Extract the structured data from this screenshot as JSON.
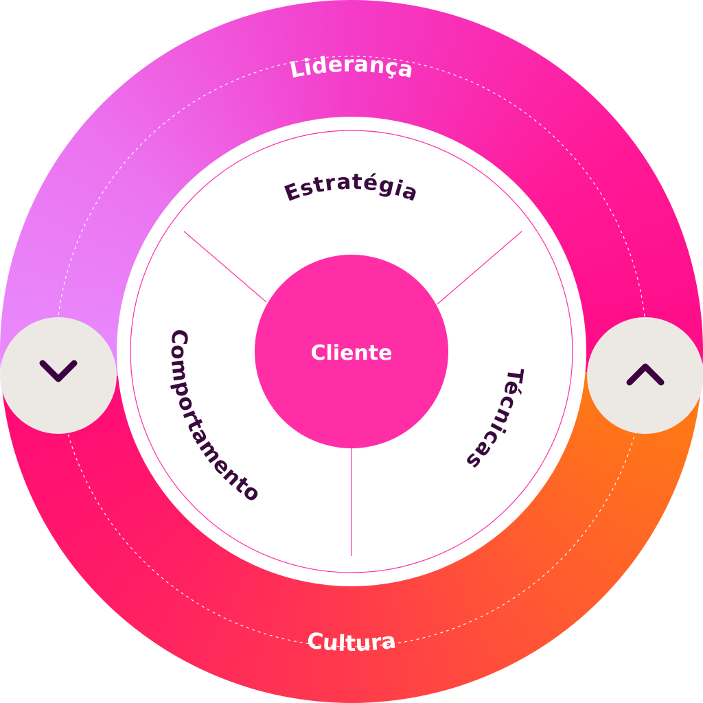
{
  "outer_ring": {
    "top_label": "Liderança",
    "bottom_label": "Cultura"
  },
  "inner_segments": {
    "top": "Estratégia",
    "right": "Técnicas",
    "left": "Comportamento"
  },
  "hub": {
    "label": "Cliente"
  },
  "controls": {
    "left_icon": "chevron-down-icon",
    "right_icon": "chevron-up-icon"
  },
  "colors": {
    "hub": "#ff2ea6",
    "text_dark": "#3a0a3e",
    "button_bg": "#ece9e4",
    "chevron": "#3d0040",
    "ring_purple": "#e88cff",
    "ring_pink": "#ff0a85",
    "ring_orange": "#ff7c12"
  }
}
